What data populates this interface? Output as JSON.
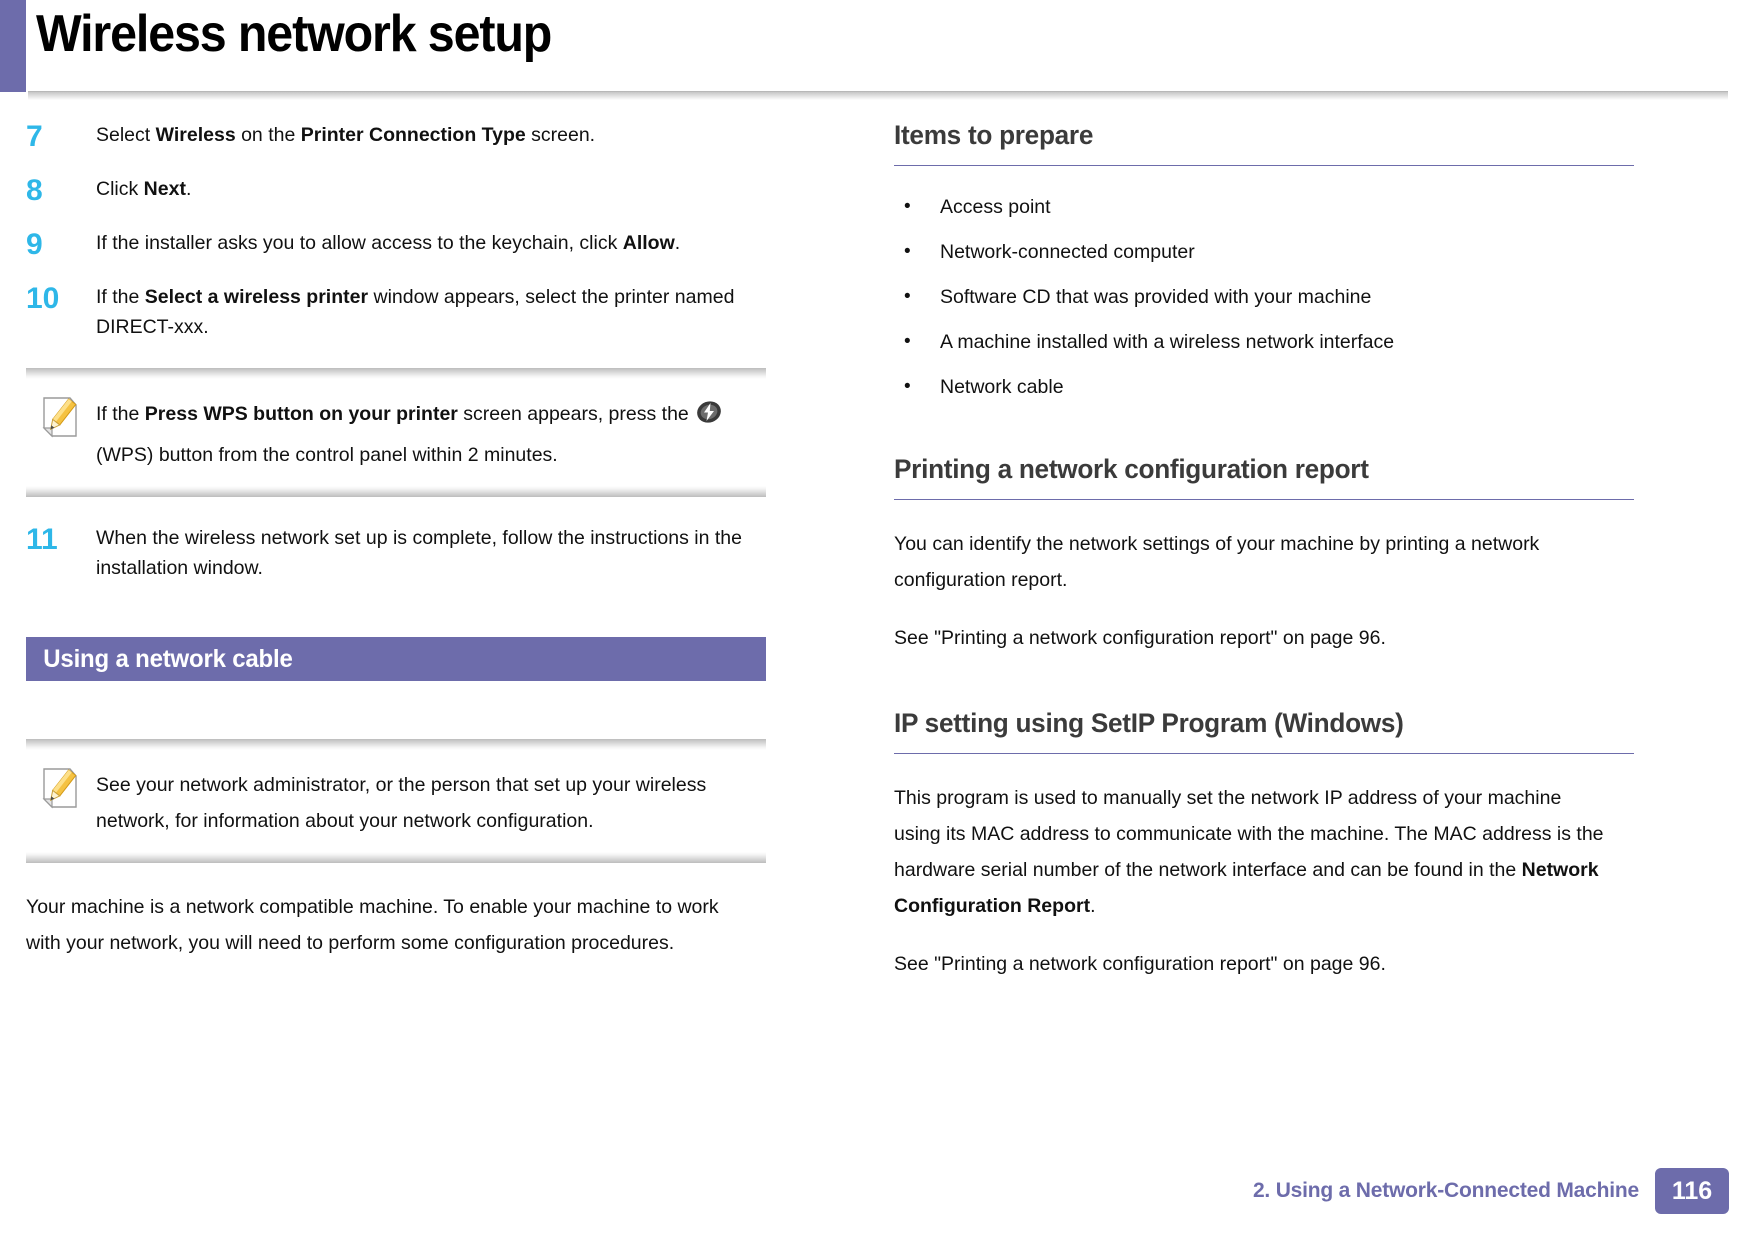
{
  "header": {
    "title": "Wireless network setup",
    "accent_color": "#6d6cab"
  },
  "left_column": {
    "steps": [
      {
        "number": "7",
        "text_parts": [
          {
            "t": "Select ",
            "b": false
          },
          {
            "t": "Wireless",
            "b": true
          },
          {
            "t": " on the ",
            "b": false
          },
          {
            "t": "Printer Connection Type",
            "b": true
          },
          {
            "t": " screen.",
            "b": false
          }
        ]
      },
      {
        "number": "8",
        "text_parts": [
          {
            "t": "Click ",
            "b": false
          },
          {
            "t": "Next",
            "b": true
          },
          {
            "t": ".",
            "b": false
          }
        ]
      },
      {
        "number": "9",
        "text_parts": [
          {
            "t": "If the installer asks you to allow access to the keychain, click ",
            "b": false
          },
          {
            "t": "Allow",
            "b": true
          },
          {
            "t": ".",
            "b": false
          }
        ]
      },
      {
        "number": "10",
        "text_parts": [
          {
            "t": "If the ",
            "b": false
          },
          {
            "t": "Select a wireless printer",
            "b": true
          },
          {
            "t": " window appears, select the printer named DIRECT-xxx.",
            "b": false
          }
        ]
      },
      {
        "number": "11",
        "text_parts": [
          {
            "t": "When the wireless network set up is complete, follow the instructions in the installation window.",
            "b": false
          }
        ]
      }
    ],
    "note_wps": {
      "icon_name": "note-pencil-icon",
      "parts": [
        {
          "t": "If the ",
          "b": false
        },
        {
          "t": "Press WPS button on your printer",
          "b": true
        },
        {
          "t": " screen appears, press the ",
          "b": false
        },
        {
          "t": "[wps-icon]",
          "b": false
        },
        {
          "t": " (WPS) button from the control panel within 2 minutes.",
          "b": false
        }
      ]
    },
    "section_bar": {
      "label": "Using a network cable"
    },
    "note_admin": {
      "icon_name": "note-pencil-icon",
      "text": "See your network administrator, or the person that set up your wireless network, for information about your network configuration."
    },
    "paragraph": "Your machine is a network compatible machine. To enable your machine to work with your network, you will need to perform some configuration procedures."
  },
  "right_column": {
    "section_items_to_prepare": {
      "heading": "Items to prepare",
      "bullet_glyph": "•",
      "items": [
        "Access point",
        "Network-connected computer",
        "Software CD that was provided with your machine",
        "A machine installed with a wireless network interface",
        "Network cable"
      ]
    },
    "section_printing_report": {
      "heading": "Printing a network configuration report",
      "paragraph_1": "You can identify the network settings of your machine by printing a network configuration report.",
      "paragraph_2": "See \"Printing a network configuration report\" on page 96."
    },
    "section_ip_setting": {
      "heading": "IP setting using SetIP Program (Windows)",
      "paragraph_1_parts": [
        {
          "t": "This program is used to manually set the network IP address of your machine using its MAC address to communicate with the machine. The MAC address is the hardware serial number of the network interface and can be found in the ",
          "b": false
        },
        {
          "t": "Network Configuration Report",
          "b": true
        },
        {
          "t": ".",
          "b": false
        }
      ],
      "paragraph_2": "See \"Printing a network configuration report\" on page 96."
    }
  },
  "footer": {
    "label": "2.  Using a Network-Connected Machine",
    "page_number": "116",
    "color": "#6d6cab"
  },
  "colors": {
    "step_number": "#2eb7e8",
    "purple": "#6d6cab",
    "heading": "#3b3b3b"
  }
}
